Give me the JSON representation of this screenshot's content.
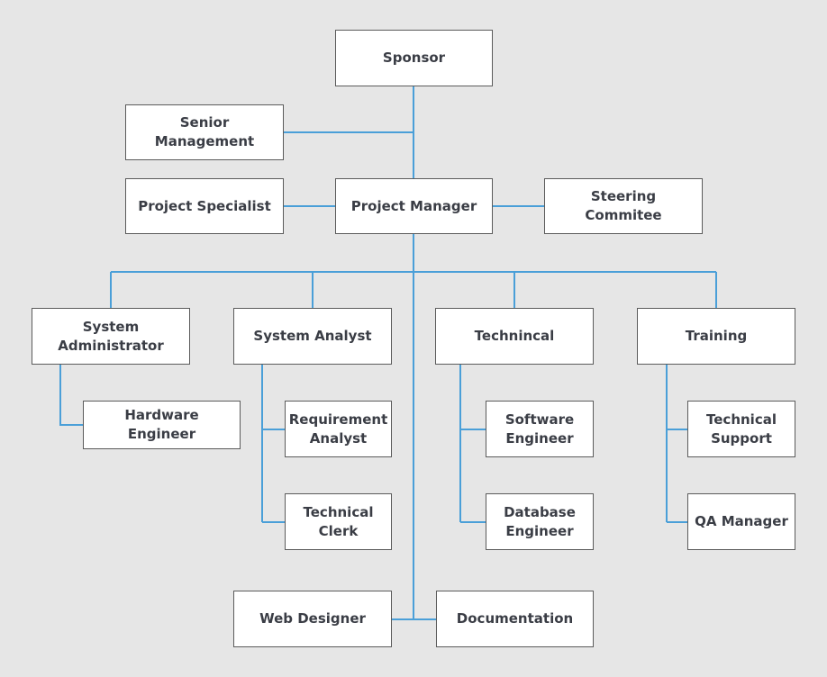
{
  "colors": {
    "background": "#e6e6e6",
    "connector": "#4a9fd8",
    "box_border": "#5b5b5b",
    "text": "#3a3d45"
  },
  "nodes": {
    "sponsor": "Sponsor",
    "senior_management": "Senior Management",
    "project_specialist": "Project Specialist",
    "project_manager": "Project Manager",
    "steering_committee": "Steering Commitee",
    "system_administrator": "System Administrator",
    "system_analyst": "System Analyst",
    "technical": "Technincal",
    "training": "Training",
    "hardware_engineer": "Hardware Engineer",
    "requirement_analyst": "Requirement Analyst",
    "technical_clerk": "Technical Clerk",
    "software_engineer": "Software Engineer",
    "database_engineer": "Database Engineer",
    "technical_support": "Technical Support",
    "qa_manager": "QA Manager",
    "web_designer": "Web Designer",
    "documentation": "Documentation"
  },
  "edges": [
    [
      "sponsor",
      "project_manager"
    ],
    [
      "senior_management",
      "project_manager"
    ],
    [
      "project_specialist",
      "project_manager"
    ],
    [
      "steering_committee",
      "project_manager"
    ],
    [
      "project_manager",
      "system_administrator"
    ],
    [
      "project_manager",
      "system_analyst"
    ],
    [
      "project_manager",
      "technical"
    ],
    [
      "project_manager",
      "training"
    ],
    [
      "project_manager",
      "web_designer"
    ],
    [
      "project_manager",
      "documentation"
    ],
    [
      "system_administrator",
      "hardware_engineer"
    ],
    [
      "system_analyst",
      "requirement_analyst"
    ],
    [
      "system_analyst",
      "technical_clerk"
    ],
    [
      "technical",
      "software_engineer"
    ],
    [
      "technical",
      "database_engineer"
    ],
    [
      "training",
      "technical_support"
    ],
    [
      "training",
      "qa_manager"
    ]
  ]
}
